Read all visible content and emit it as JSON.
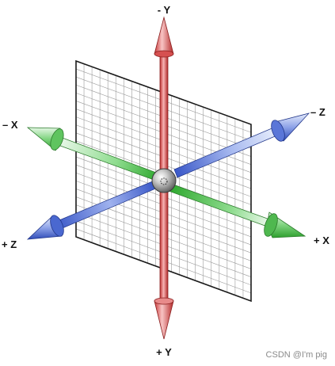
{
  "diagram": {
    "labels": {
      "neg_y": "- Y",
      "pos_y": "+ Y",
      "neg_x": "– X",
      "pos_x": "+ X",
      "neg_z": "– Z",
      "pos_z": "+ Z"
    },
    "watermark": "CSDN @I'm pig",
    "colors": {
      "x_axis": "#3fbf3f",
      "y_axis": "#e05a5a",
      "z_axis": "#3f5fd0",
      "grid_line": "#9a9a9a",
      "plane_border": "#1a1a1a",
      "origin_sphere": "#9a9a9a"
    }
  }
}
